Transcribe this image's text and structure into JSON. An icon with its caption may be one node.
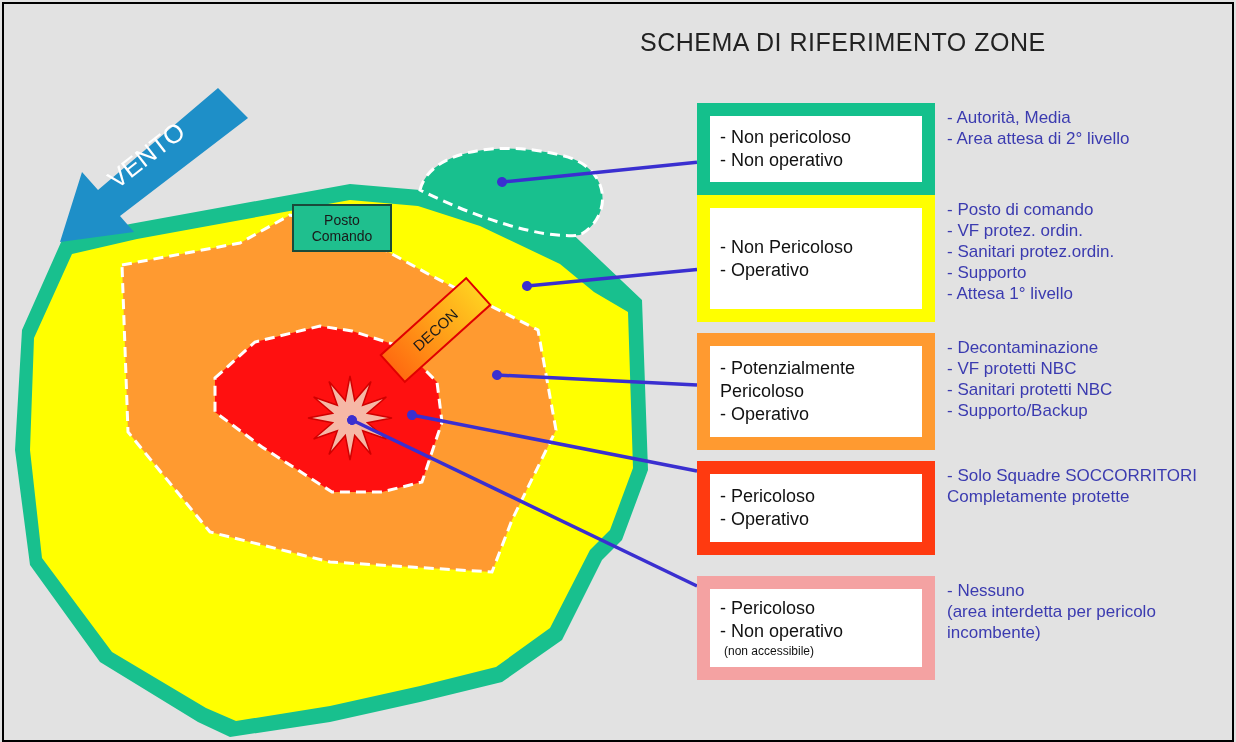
{
  "diagram": {
    "title": "SCHEMA DI RIFERIMENTO ZONE",
    "nodes": [
      {
        "text": [],
        "shape": "picture"
      },
      {
        "text": [],
        "shape": "picture"
      },
      {
        "text": [],
        "shape": "picture",
        "in": 1
      },
      {
        "text": [],
        "shape": "picture",
        "in": 2
      },
      {
        "text": [],
        "shape": "picture",
        "in": 3
      },
      {
        "text": [
          "Posto Comando"
        ],
        "in": 1
      },
      {
        "text": [
          "DECON"
        ],
        "in": 2
      },
      {
        "text": [
          "- Non pericoloso",
          "- Non operativo"
        ],
        "beside": [
          "- Autorità, Media",
          "- Area attesa di 2° livello"
        ]
      },
      {
        "text": [
          "- Non Pericoloso",
          "- Operativo"
        ],
        "beside": [
          "- Posto di comando",
          "- VF protez. ordin.",
          "- Sanitari protez.ordin.",
          "- Supporto",
          "- Attesa 1° livello"
        ]
      },
      {
        "text": [
          "- Potenzialmente Pericoloso",
          "- Operativo"
        ],
        "beside": [
          "- Decontaminazione",
          "- VF protetti NBC",
          "- Sanitari protetti NBC",
          "- Supporto/Backup"
        ]
      },
      {
        "text": [
          "- Pericoloso",
          "- Operativo"
        ],
        "beside": [
          "- Solo Squadre SOCCORRITORI Completamente protette"
        ]
      },
      {
        "text": [
          "- Pericoloso",
          "- Non operativo",
          "(non accessibile)"
        ],
        "beside": [
          "- Nessuno",
          "(area interdetta per pericolo incombente)"
        ]
      }
    ],
    "edges": [
      {
        "from": 7,
        "to": 0,
        "arrow": "other"
      },
      {
        "from": 8,
        "to": 1,
        "arrow": "other"
      },
      {
        "from": 9,
        "to": 2,
        "arrow": "other"
      },
      {
        "from": 10,
        "to": 3,
        "arrow": "other"
      },
      {
        "from": 11,
        "to": 4,
        "arrow": "other"
      }
    ],
    "labels": [
      "VENTO"
    ]
  }
}
